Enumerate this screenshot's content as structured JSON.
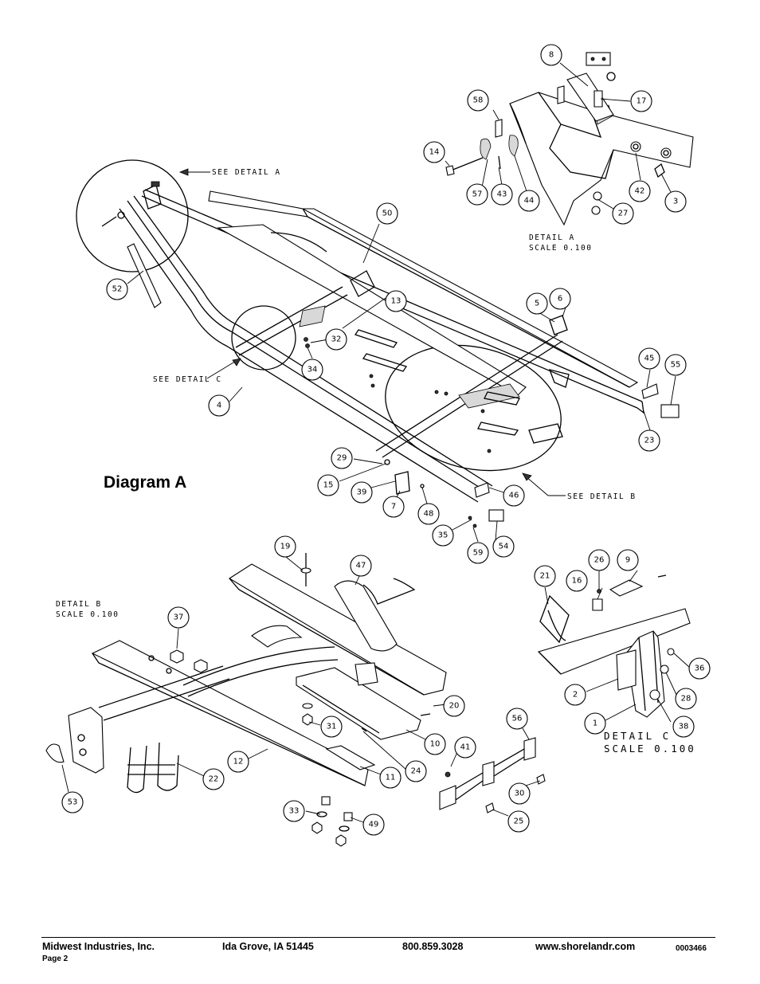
{
  "diagram_title": "Diagram A",
  "detail_notes": {
    "see_a": "SEE DETAIL  A",
    "see_b": "SEE DETAIL  B",
    "see_c": "SEE DETAIL  C",
    "detail_a_title": "DETAIL  A",
    "detail_a_scale": "SCALE  0.100",
    "detail_b_title": "DETAIL  B",
    "detail_b_scale": "SCALE  0.100",
    "detail_c_title": "DETAIL  C",
    "detail_c_scale": "SCALE  0.100"
  },
  "callouts": [
    {
      "label": "8"
    },
    {
      "label": "58"
    },
    {
      "label": "17"
    },
    {
      "label": "14"
    },
    {
      "label": "57"
    },
    {
      "label": "43"
    },
    {
      "label": "44"
    },
    {
      "label": "27"
    },
    {
      "label": "42"
    },
    {
      "label": "3"
    },
    {
      "label": "50"
    },
    {
      "label": "52"
    },
    {
      "label": "13"
    },
    {
      "label": "5"
    },
    {
      "label": "6"
    },
    {
      "label": "32"
    },
    {
      "label": "34"
    },
    {
      "label": "45"
    },
    {
      "label": "55"
    },
    {
      "label": "4"
    },
    {
      "label": "23"
    },
    {
      "label": "29"
    },
    {
      "label": "15"
    },
    {
      "label": "39"
    },
    {
      "label": "7"
    },
    {
      "label": "48"
    },
    {
      "label": "46"
    },
    {
      "label": "35"
    },
    {
      "label": "59"
    },
    {
      "label": "54"
    },
    {
      "label": "19"
    },
    {
      "label": "47"
    },
    {
      "label": "37"
    },
    {
      "label": "21"
    },
    {
      "label": "26"
    },
    {
      "label": "9"
    },
    {
      "label": "16"
    },
    {
      "label": "36"
    },
    {
      "label": "2"
    },
    {
      "label": "28"
    },
    {
      "label": "1"
    },
    {
      "label": "38"
    },
    {
      "label": "20"
    },
    {
      "label": "31"
    },
    {
      "label": "10"
    },
    {
      "label": "41"
    },
    {
      "label": "56"
    },
    {
      "label": "12"
    },
    {
      "label": "11"
    },
    {
      "label": "24"
    },
    {
      "label": "22"
    },
    {
      "label": "53"
    },
    {
      "label": "30"
    },
    {
      "label": "33"
    },
    {
      "label": "49"
    },
    {
      "label": "25"
    }
  ],
  "footer": {
    "company": "Midwest Industries, Inc.",
    "location": "Ida Grove, IA  51445",
    "phone": "800.859.3028",
    "website": "www.shorelandr.com",
    "page": "Page 2",
    "doc_code": "0003466"
  }
}
